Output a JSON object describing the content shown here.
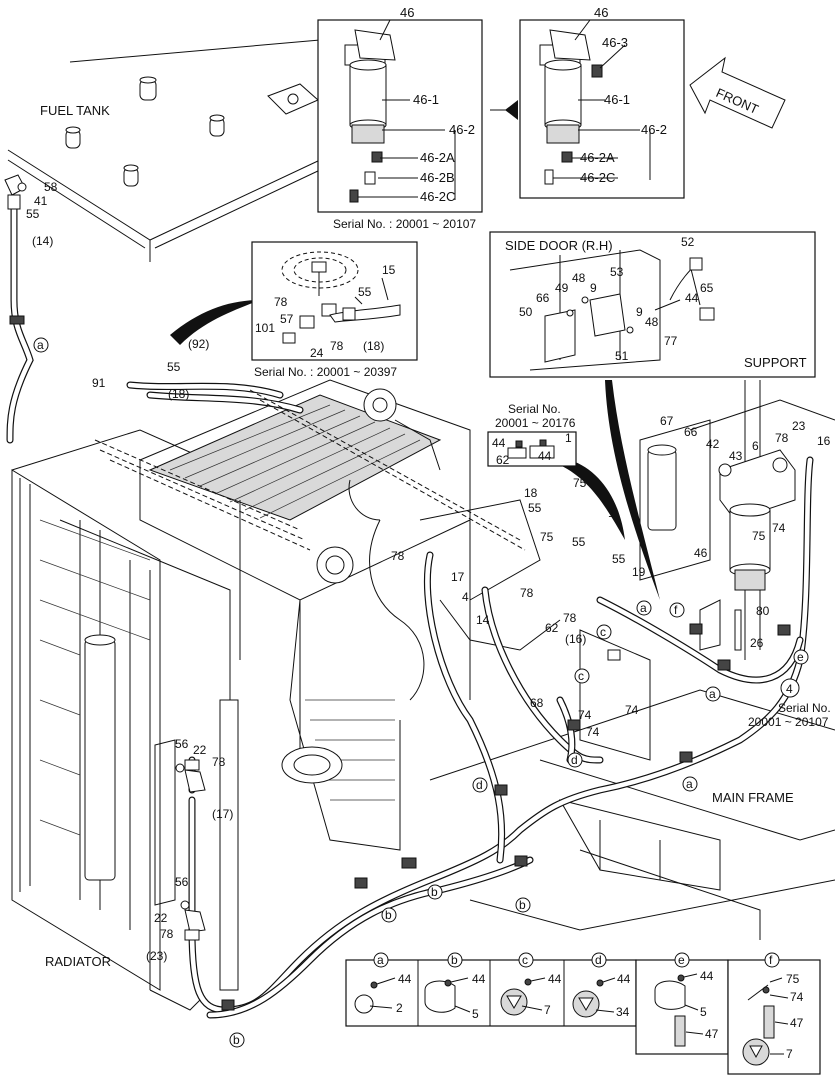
{
  "section_labels": {
    "fuel_tank": "FUEL TANK",
    "radiator": "RADIATOR",
    "main_frame": "MAIN FRAME",
    "support": "SUPPORT",
    "side_door": "SIDE DOOR (R.H)",
    "front": "FRONT"
  },
  "serial_notes": {
    "filter_old": "Serial No. : 20001 ~ 20107",
    "tank_fitting": "Serial No. : 20001 ~ 20397",
    "valve_line1": "Serial No.",
    "valve_line2": "20001 ~ 20176",
    "part4_line1": "Serial No.",
    "part4_line2": "20001 ~ 20107"
  },
  "filter_insets": {
    "left": {
      "top": "46",
      "body": "46-1",
      "bowl": "46-2",
      "a": "46-2A",
      "b": "46-2B",
      "c": "46-2C"
    },
    "right": {
      "top": "46",
      "sensor": "46-3",
      "body": "46-1",
      "bowl": "46-2",
      "a": "46-2A",
      "c": "46-2C"
    }
  },
  "tank_inset": [
    "15",
    "55",
    "78",
    "57",
    "101",
    "24",
    "78",
    "(18)"
  ],
  "door_inset": [
    "52",
    "53",
    "48",
    "49",
    "9",
    "66",
    "50",
    "9",
    "48",
    "65",
    "44",
    "51",
    "77"
  ],
  "valve_inset": [
    "44",
    "1",
    "62",
    "44"
  ],
  "callouts_main": {
    "n58": "58",
    "n41": "41",
    "n55a": "55",
    "n14p": "(14)",
    "n92": "(92)",
    "n55b": "55",
    "n91": "91",
    "n18p": "(18)",
    "n67": "67",
    "n66": "66",
    "n42": "42",
    "n6": "6",
    "n43": "43",
    "n78a": "78",
    "n23": "23",
    "n16": "16",
    "n46": "46",
    "n75a": "75",
    "n74a": "74",
    "n80": "80",
    "n26": "26",
    "n4c": "4",
    "n75b": "75",
    "n18": "18",
    "n55c": "55",
    "n1": "1",
    "n55d": "55",
    "n19": "19",
    "n78b": "78",
    "n17": "17",
    "n4": "4",
    "n14": "14",
    "n78c": "78",
    "n75c": "75",
    "n62": "62",
    "n78d": "78",
    "n16p": "(16)",
    "n68": "68",
    "n74b": "74",
    "n74c": "74",
    "n56a": "56",
    "n22a": "22",
    "n78e": "78",
    "n17p": "(17)",
    "n56b": "56",
    "n22b": "22",
    "n78f": "78",
    "n23p": "(23)"
  },
  "clip_markers": [
    "a",
    "b",
    "c",
    "d",
    "e",
    "f"
  ],
  "legend": [
    {
      "letter": "a",
      "parts": [
        "44",
        "2"
      ]
    },
    {
      "letter": "b",
      "parts": [
        "44",
        "5"
      ]
    },
    {
      "letter": "c",
      "parts": [
        "44",
        "7"
      ]
    },
    {
      "letter": "d",
      "parts": [
        "44",
        "34"
      ]
    },
    {
      "letter": "e",
      "parts": [
        "44",
        "5",
        "47"
      ]
    },
    {
      "letter": "f",
      "parts": [
        "75",
        "74",
        "47",
        "7"
      ]
    }
  ]
}
